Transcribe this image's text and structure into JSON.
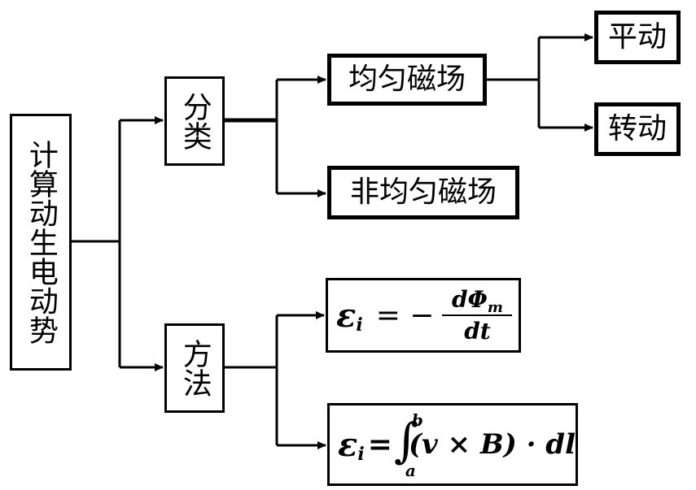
{
  "root": {
    "label": "计算动生电动势"
  },
  "branches": {
    "classification": {
      "label": "分类"
    },
    "method": {
      "label": "方法"
    }
  },
  "fields": {
    "uniform": {
      "label": "均匀磁场"
    },
    "nonuniform": {
      "label": "非均匀磁场"
    }
  },
  "motions": {
    "translation": {
      "label": "平动"
    },
    "rotation": {
      "label": "转动"
    }
  },
  "formulas": {
    "flux": {
      "lhs": "ε",
      "lhs_sub": "i",
      "eq": "= −",
      "num": "dΦ",
      "num_sub": "m",
      "den": "dt"
    },
    "integral": {
      "lhs": "ε",
      "lhs_sub": "i",
      "eq": "=",
      "upper": "b",
      "lower": "a",
      "body": "(v × B) · dl"
    }
  }
}
